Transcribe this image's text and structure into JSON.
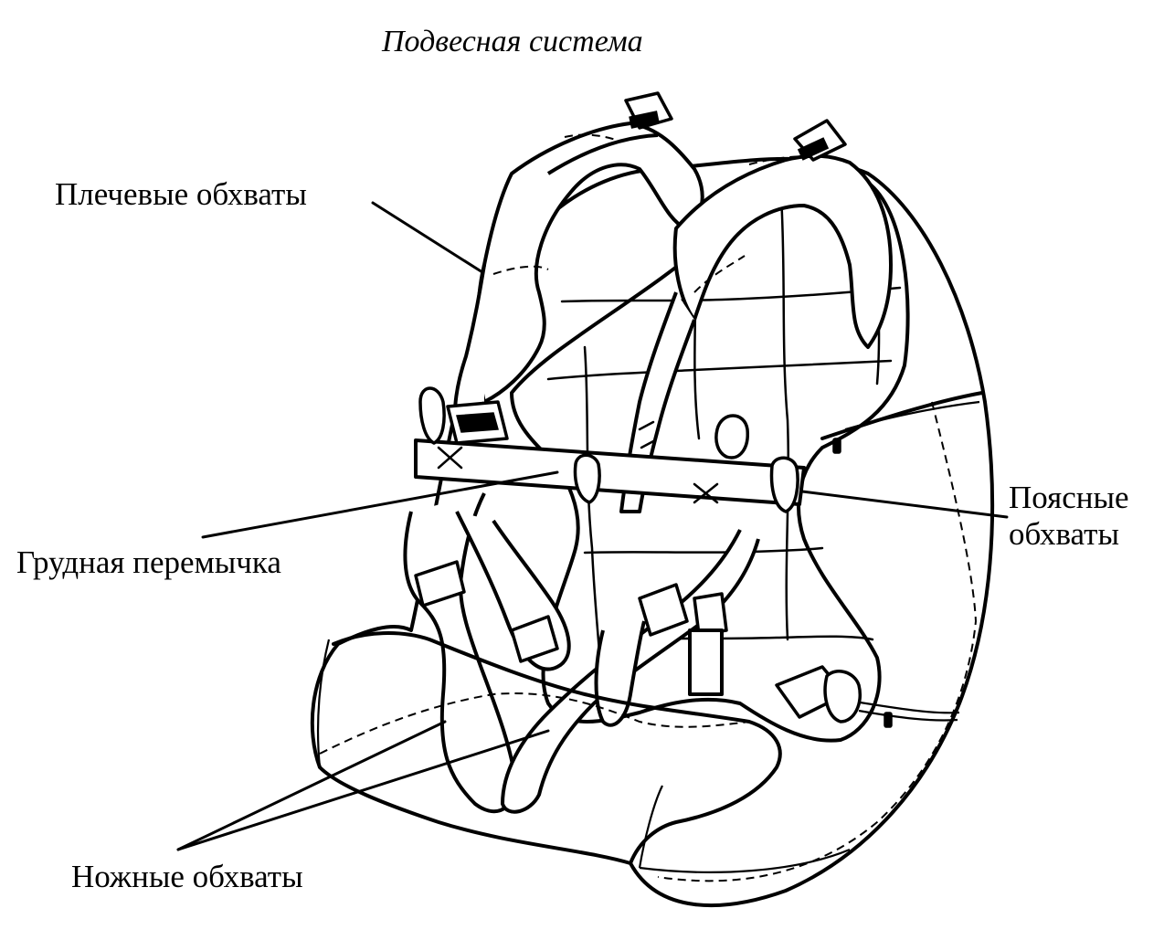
{
  "title": "Подвесная система",
  "labels": {
    "shoulder": "Плечевые обхваты",
    "chest": "Грудная перемычка",
    "waist_line1": "Поясные",
    "waist_line2": "обхваты",
    "legs": "Ножные обхваты"
  },
  "icons": [
    "parachute-harness-drawing"
  ]
}
